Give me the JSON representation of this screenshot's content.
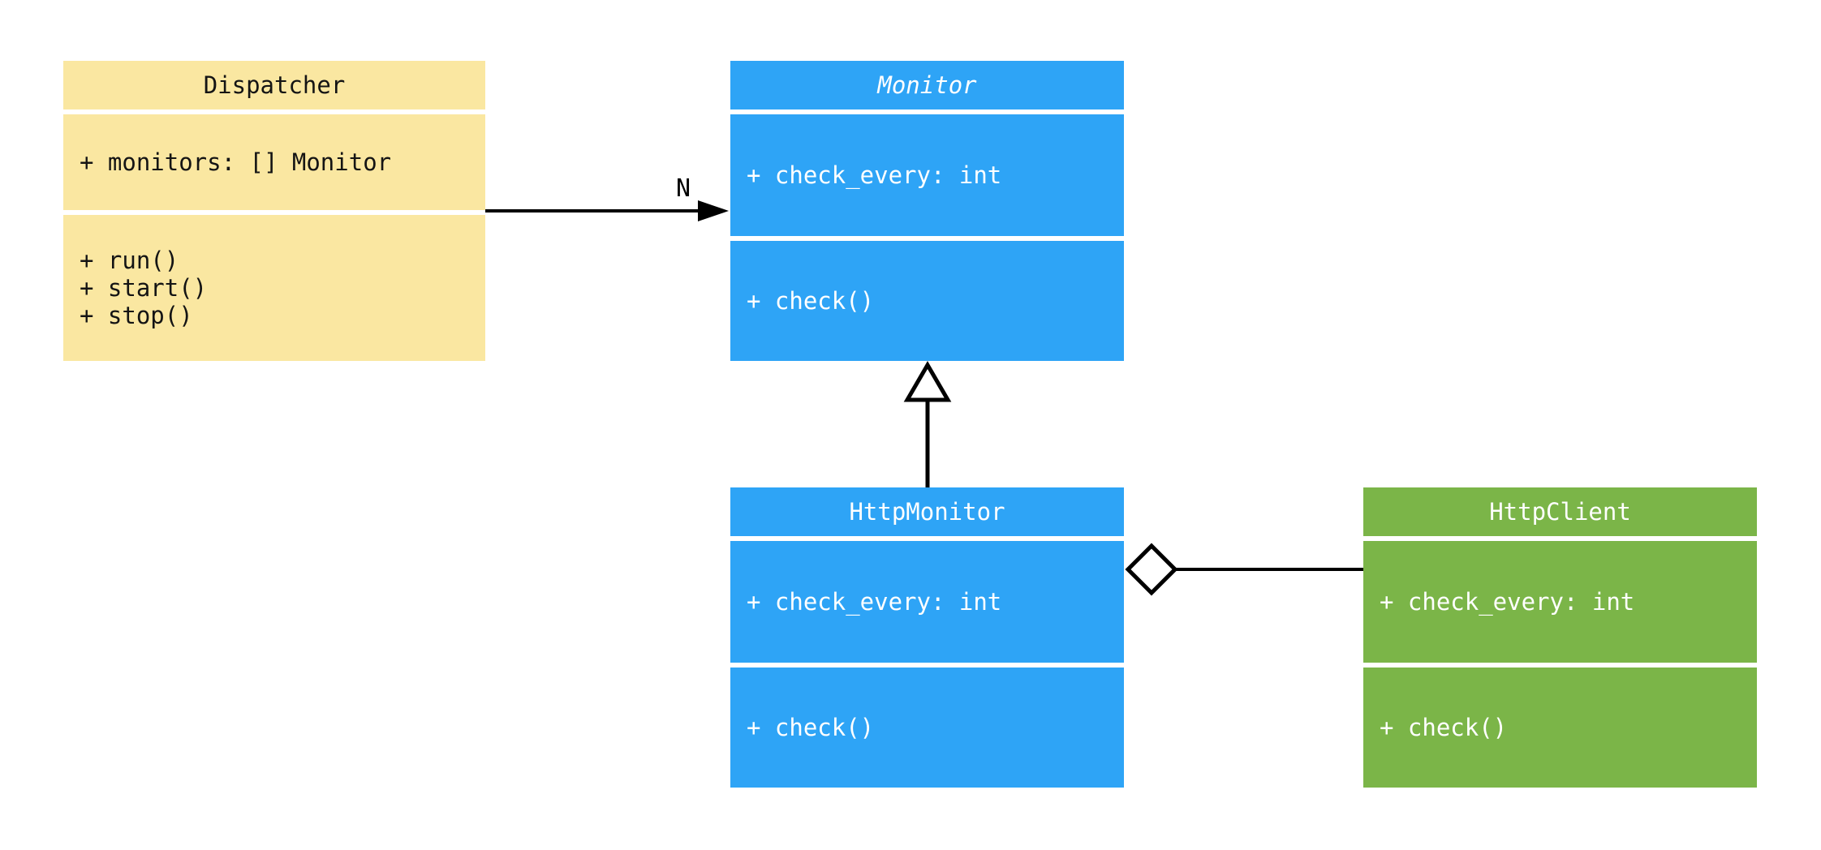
{
  "diagram": {
    "kind": "uml-class-diagram",
    "background_color": "#FFFFFF",
    "line_color": "#000000",
    "classes": [
      {
        "name": "Dispatcher",
        "title": "Dispatcher",
        "abstract": false,
        "bg_color": "#FAE7A1",
        "text_color": "#141414",
        "attributes": [
          "+ monitors: [] Monitor"
        ],
        "methods": [
          "+ run()",
          "+ start()",
          "+ stop()"
        ]
      },
      {
        "name": "Monitor",
        "title": "Monitor",
        "abstract": true,
        "bg_color": "#2EA4F6",
        "text_color": "#FFFFFF",
        "attributes": [
          "+ check_every: int"
        ],
        "methods": [
          "+ check()"
        ]
      },
      {
        "name": "HttpMonitor",
        "title": "HttpMonitor",
        "abstract": false,
        "bg_color": "#2EA4F6",
        "text_color": "#FFFFFF",
        "attributes": [
          "+ check_every: int"
        ],
        "methods": [
          "+ check()"
        ]
      },
      {
        "name": "HttpClient",
        "title": "HttpClient",
        "abstract": false,
        "bg_color": "#7BB548",
        "text_color": "#FFFFFF",
        "attributes": [
          "+ check_every: int"
        ],
        "methods": [
          "+ check()"
        ]
      }
    ],
    "relations": [
      {
        "type": "association",
        "from": "Dispatcher",
        "to": "Monitor",
        "multiplicity": "N",
        "marker": "filled-arrowhead"
      },
      {
        "type": "inheritance",
        "from": "HttpMonitor",
        "to": "Monitor",
        "marker": "hollow-triangle"
      },
      {
        "type": "aggregation",
        "from": "HttpMonitor",
        "to": "HttpClient",
        "marker": "hollow-diamond"
      }
    ]
  }
}
